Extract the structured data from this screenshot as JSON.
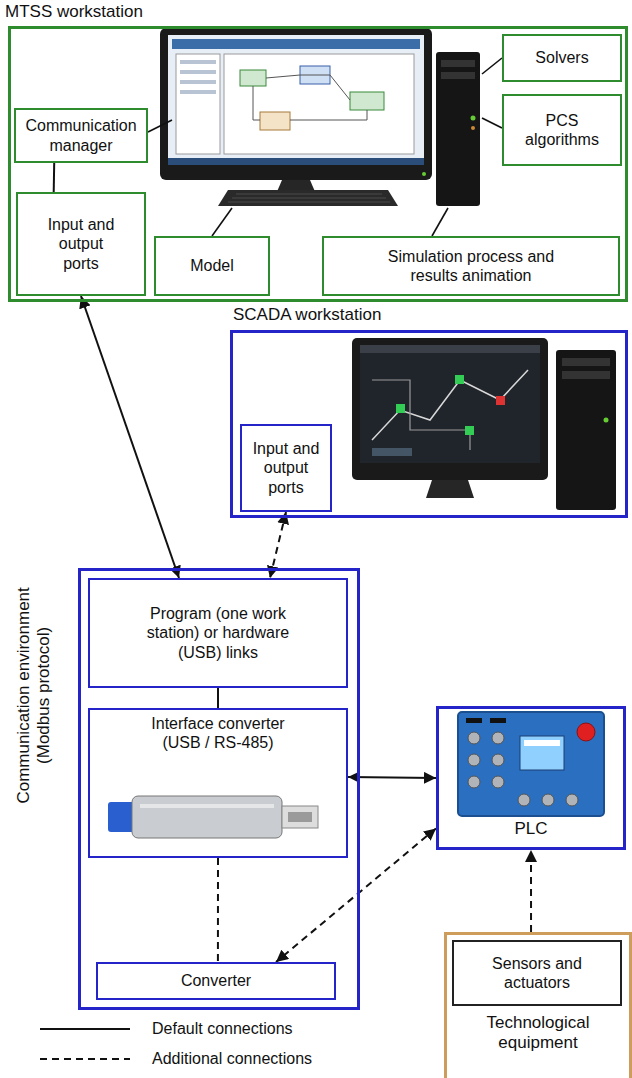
{
  "diagram": {
    "nodes": [
      {
        "text": [
          "MTSS workstation"
        ]
      },
      {
        "text": [
          "Communication manager"
        ],
        "in": 0
      },
      {
        "text": [
          "Input and output ports"
        ],
        "in": 0
      },
      {
        "text": [
          "Model"
        ],
        "in": 0
      },
      {
        "text": [
          "Simulation process and results animation"
        ],
        "in": 0
      },
      {
        "text": [
          "Solvers"
        ],
        "in": 0
      },
      {
        "text": [
          "PCS algorithms"
        ],
        "in": 0
      },
      {
        "text": [
          "SCADA workstation"
        ]
      },
      {
        "text": [
          "Input and output ports"
        ],
        "in": 7
      },
      {
        "text": [
          "Communication environment (Modbus protocol)"
        ]
      },
      {
        "text": [
          "Program (one work station) or hardware (USB) links"
        ],
        "in": 9
      },
      {
        "text": [
          "Interface converter (USB / RS-485)"
        ],
        "in": 9
      },
      {
        "text": [
          "Converter"
        ],
        "in": 9
      },
      {
        "text": [
          "PLC"
        ]
      },
      {
        "text": [
          "Technological equipment"
        ]
      },
      {
        "text": [
          "Sensors and actuators"
        ],
        "in": 14
      }
    ],
    "edges": [
      {
        "from": 1,
        "to": 2,
        "arrow": "none"
      },
      {
        "from": 2,
        "to": 10,
        "arrow": "both"
      },
      {
        "from": 8,
        "to": 10,
        "arrow": "both"
      },
      {
        "from": 10,
        "to": 11,
        "arrow": "none"
      },
      {
        "from": 11,
        "to": 13,
        "arrow": "both"
      },
      {
        "from": 11,
        "to": 12,
        "arrow": "none"
      },
      {
        "from": 13,
        "to": 12,
        "arrow": "both"
      },
      {
        "from": 14,
        "to": 13,
        "arrow": "to"
      }
    ],
    "legend": [
      {
        "text": "Default connections"
      },
      {
        "text": "Additional connections"
      }
    ]
  }
}
